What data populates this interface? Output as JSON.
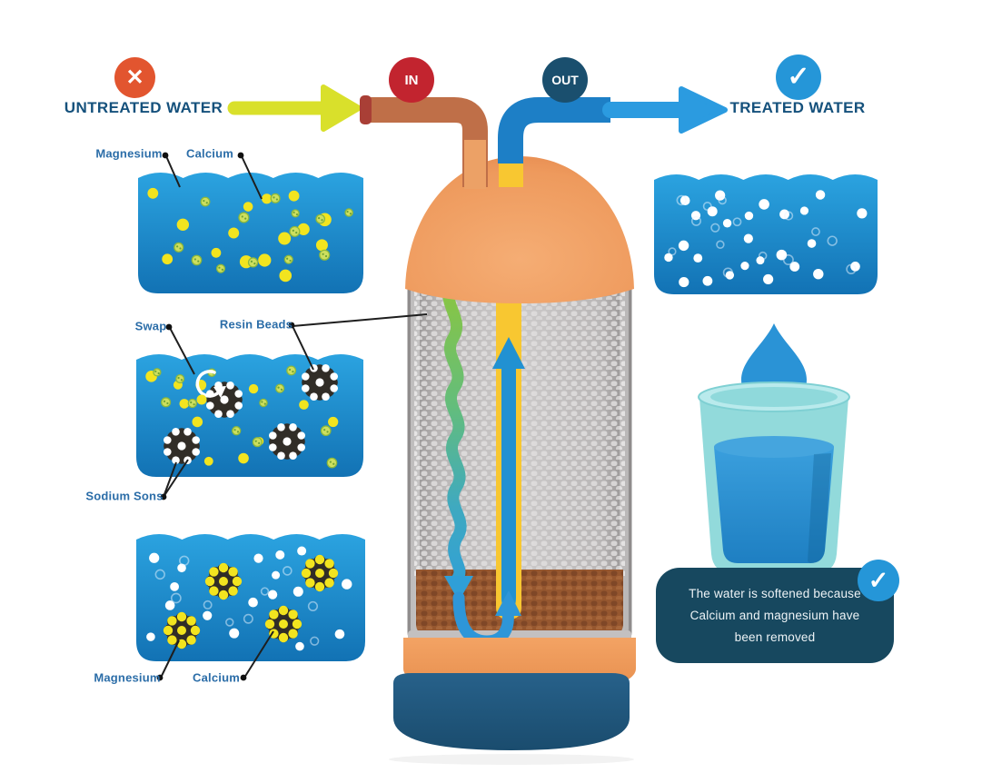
{
  "header": {
    "untreated_label": "UNTREATED WATER",
    "in_badge": "IN",
    "out_badge": "OUT",
    "treated_label": "TREATED WATER"
  },
  "labels": {
    "magnesium_top": "Magnesium",
    "calcium_top": "Calcium",
    "swap": "Swap",
    "resin_beads": "Resin Beads",
    "sodium_ions": "Sodium Sons",
    "magnesium_bottom": "Magnesium",
    "calcium_bottom": "Calcium"
  },
  "callout": {
    "lines": [
      "The water is softened because",
      "Calcium and magnesium have",
      "been removed"
    ]
  },
  "icons": {
    "x_glyph": "✕",
    "check_glyph": "✓"
  },
  "colors": {
    "navy": "#15517c",
    "label-blue": "#2b6da8",
    "error-orange": "#e2552f",
    "red-badge": "#c2242f",
    "navy-badge": "#1a4f6e",
    "check-blue": "#2596d8",
    "arrow-yellow": "#d9e02b",
    "arrow-blue": "#2b9be0",
    "pipe-brown": "#bf6f48",
    "pipe-tan": "#eca166",
    "pipe-blue": "#1d7fc6",
    "tube-yellow": "#f8c731",
    "tank-orange": "#ee9a5d",
    "resin-brown": "#96572f",
    "base-orange": "#f09d5e",
    "base-navy": "#20587c",
    "water-blue": "#2196d3",
    "ion-yellow": "#f2e41f",
    "callout-navy": "#17485f",
    "glass-teal": "#8ed8da"
  }
}
